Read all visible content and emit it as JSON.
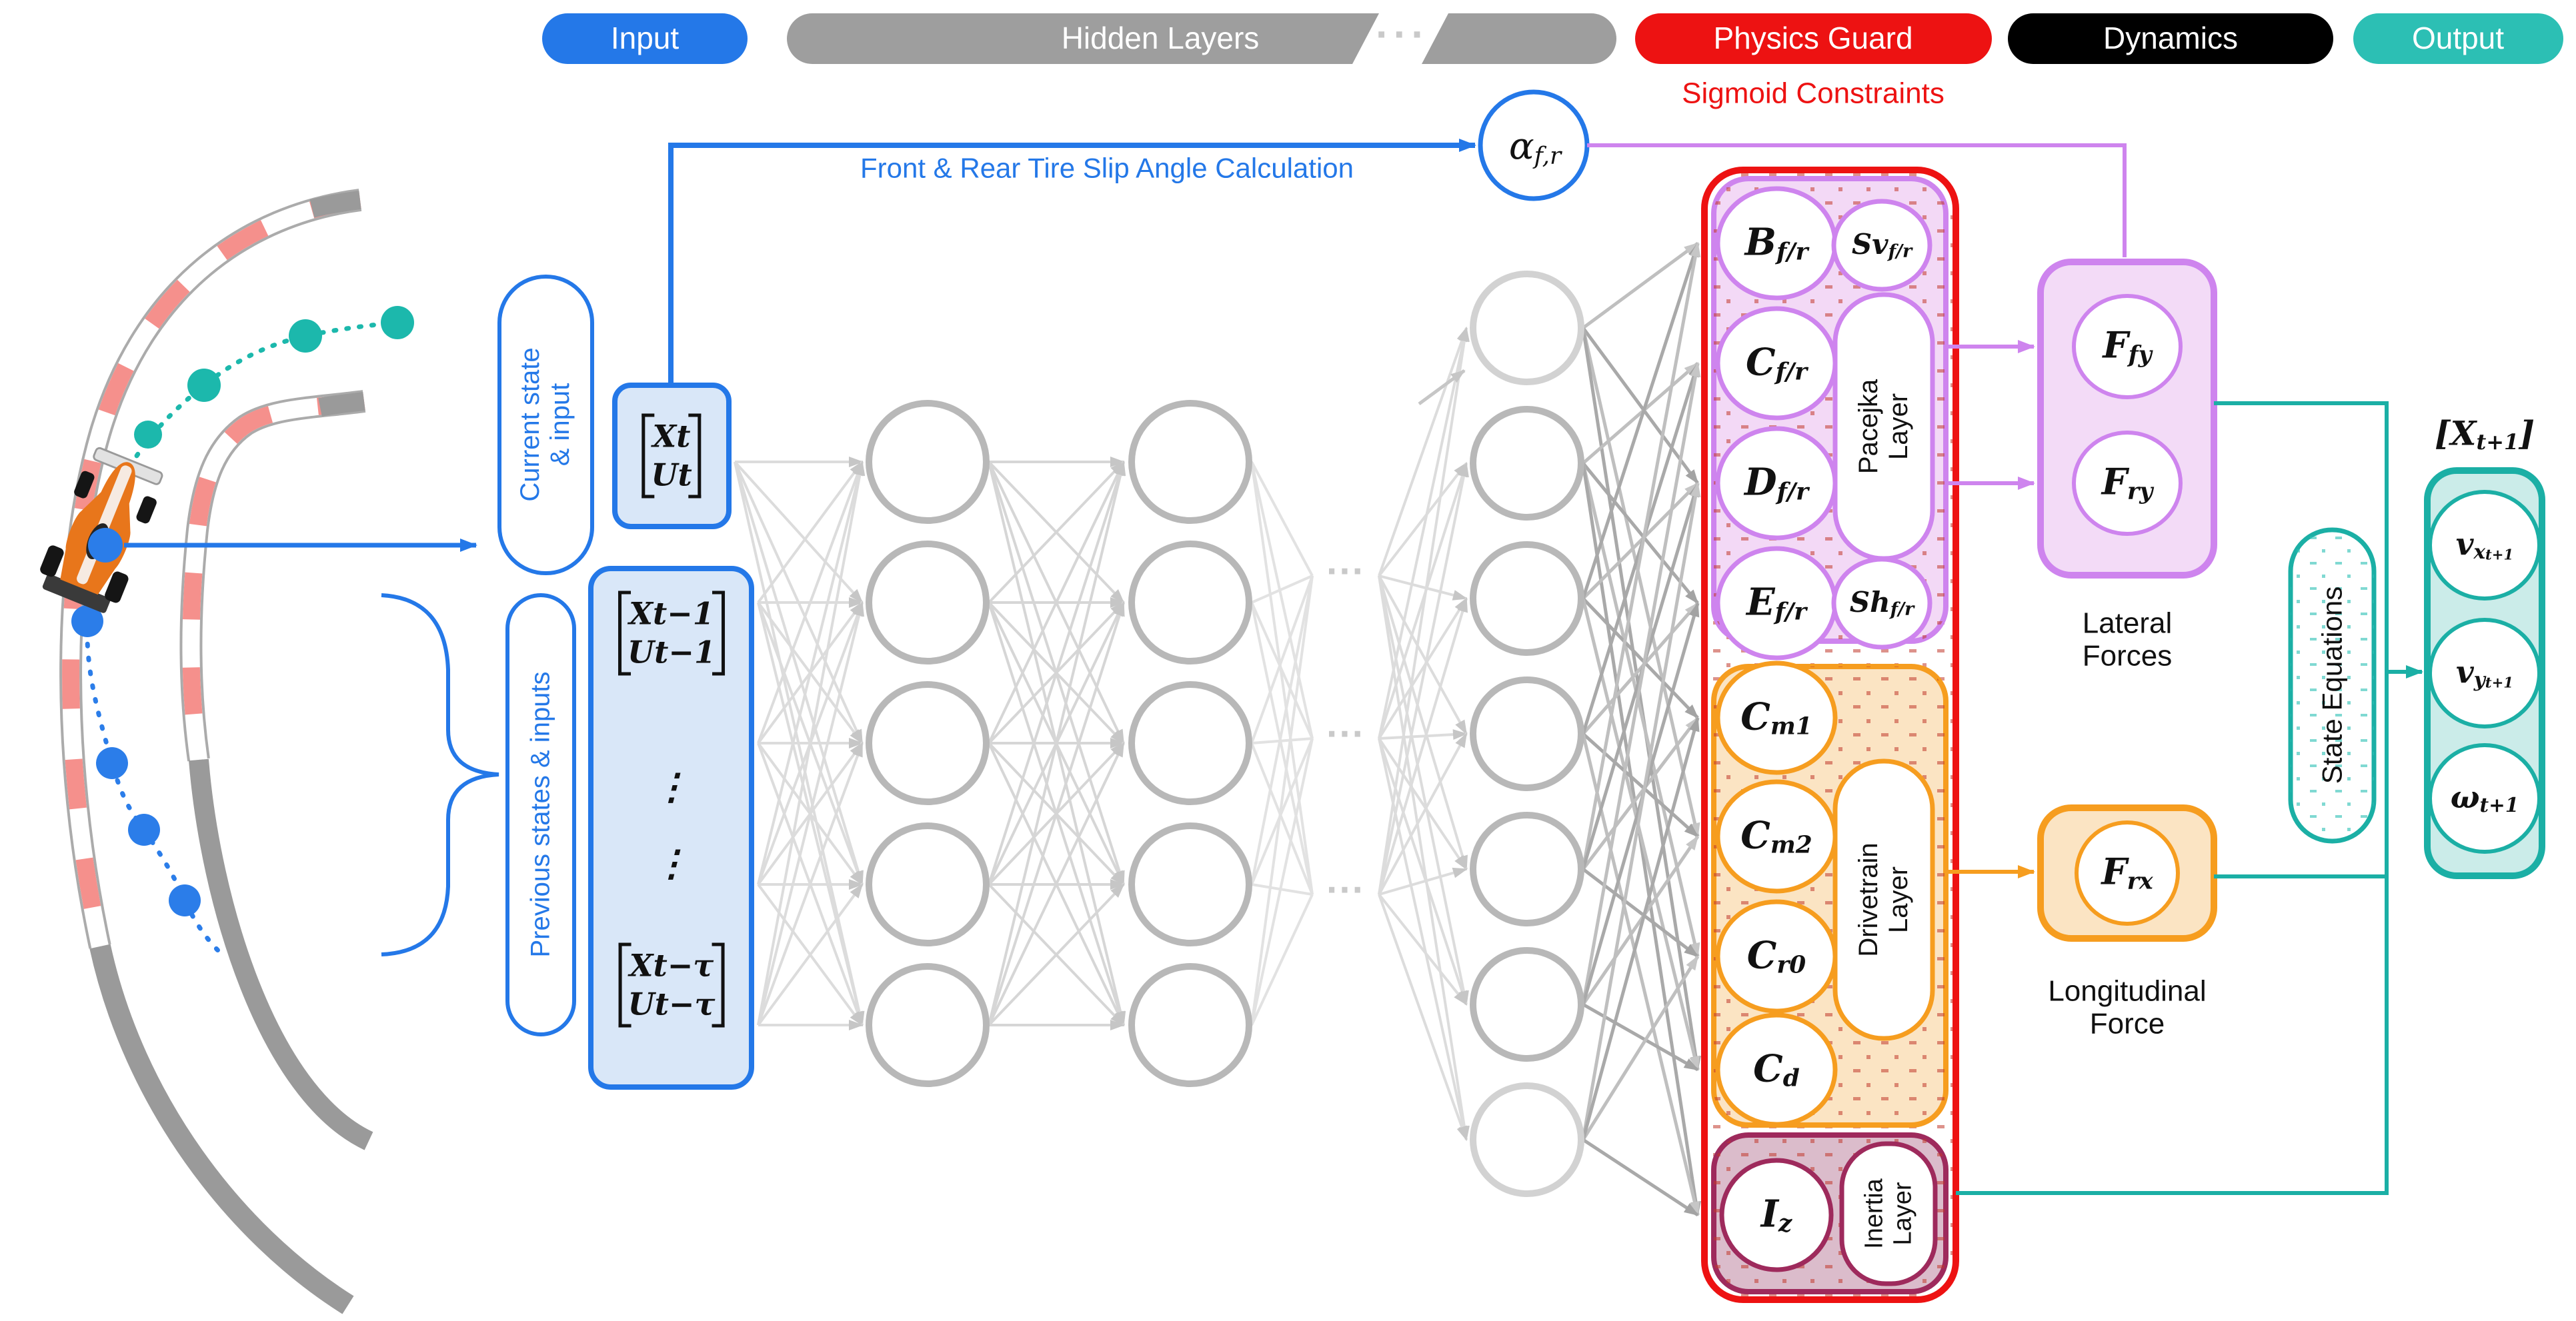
{
  "banner": {
    "input": "Input",
    "hidden_layers": "Hidden Layers",
    "ellipsis": "···",
    "physics_guard": "Physics Guard",
    "physics_guard_sub": "Sigmoid Constraints",
    "dynamics": "Dynamics",
    "output": "Output"
  },
  "colors": {
    "input_blue": "#2478E8",
    "banner_gray": "#9E9E9E",
    "guard_red": "#ED1212",
    "banner_teal": "#2CBFB4",
    "pacejka_violet": "#CE84EE",
    "drivetrain_orange": "#F69D1F",
    "inertia_maroon": "#9E2A5C",
    "dynamics_black": "#000000"
  },
  "slip_calc": {
    "label": "Front & Rear Tire Slip Angle Calculation",
    "node": {
      "base": "α",
      "sub": "f,r"
    }
  },
  "input_section": {
    "current_label_line1": "Current state",
    "current_label_line2": "& input",
    "previous_label": "Previous states & inputs",
    "current_vec": {
      "row1": {
        "base": "X",
        "sub": "t"
      },
      "row2": {
        "base": "U",
        "sub": "t"
      }
    },
    "prev_vec_first": {
      "row1": {
        "base": "X",
        "sub": "t−1"
      },
      "row2": {
        "base": "U",
        "sub": "t−1"
      }
    },
    "vdots": "⋮",
    "prev_vec_last": {
      "row1": {
        "base": "X",
        "sub": "t−τ"
      },
      "row2": {
        "base": "U",
        "sub": "t−τ"
      }
    }
  },
  "network": {
    "hidden_ellipsis": "···"
  },
  "physics_guard": {
    "pacejka": {
      "label_line1": "Pacejka",
      "label_line2": "Layer",
      "params": [
        {
          "base": "B",
          "sub": "f/r"
        },
        {
          "base": "C",
          "sub": "f/r"
        },
        {
          "base": "D",
          "sub": "f/r"
        },
        {
          "base": "E",
          "sub": "f/r"
        }
      ],
      "shift_params": [
        {
          "base": "Sv",
          "sub": "f/r"
        },
        {
          "base": "Sh",
          "sub": "f/r"
        }
      ]
    },
    "drivetrain": {
      "label_line1": "Drivetrain",
      "label_line2": "Layer",
      "params": [
        {
          "base": "C",
          "sub": "m1"
        },
        {
          "base": "C",
          "sub": "m2"
        },
        {
          "base": "C",
          "sub": "r0"
        },
        {
          "base": "C",
          "sub": "d"
        }
      ]
    },
    "inertia": {
      "label_line1": "Inertia",
      "label_line2": "Layer",
      "params": [
        {
          "base": "I",
          "sub": "z"
        }
      ]
    }
  },
  "dynamics": {
    "lateral": {
      "nodes": [
        {
          "base": "F",
          "sub": "fy"
        },
        {
          "base": "F",
          "sub": "ry"
        }
      ],
      "label_line1": "Lateral",
      "label_line2": "Forces"
    },
    "longitudinal": {
      "nodes": [
        {
          "base": "F",
          "sub": "rx"
        }
      ],
      "label_line1": "Longitudinal",
      "label_line2": "Force"
    },
    "state_equations": "State Equations"
  },
  "output_section": {
    "title_open": "[X",
    "title_sub": "t+1",
    "title_close": "]",
    "nodes": [
      {
        "base": "v",
        "sub": "x",
        "subsub": "t+1"
      },
      {
        "base": "v",
        "sub": "y",
        "subsub": "t+1"
      },
      {
        "base": "ω",
        "sub": "t+1",
        "subsub": ""
      }
    ]
  }
}
